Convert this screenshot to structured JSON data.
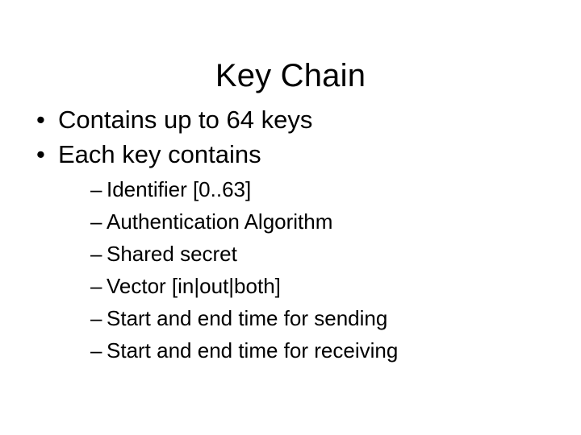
{
  "slide": {
    "title": "Key Chain",
    "background_color": "#ffffff",
    "text_color": "#000000",
    "bullets": [
      {
        "marker": "•",
        "text": "Contains up to 64 keys",
        "level": 1,
        "children": []
      },
      {
        "marker": "•",
        "text": "Each key contains",
        "level": 1,
        "children": [
          {
            "marker": "–",
            "text": "Identifier [0..63]",
            "level": 2
          },
          {
            "marker": "–",
            "text": "Authentication Algorithm",
            "level": 2
          },
          {
            "marker": "–",
            "text": "Shared secret",
            "level": 2
          },
          {
            "marker": "–",
            "text": "Vector [in|out|both]",
            "level": 2
          },
          {
            "marker": "–",
            "text": "Start and end time for sending",
            "level": 2
          },
          {
            "marker": "–",
            "text": "Start and end time for receiving",
            "level": 2
          }
        ]
      }
    ]
  }
}
